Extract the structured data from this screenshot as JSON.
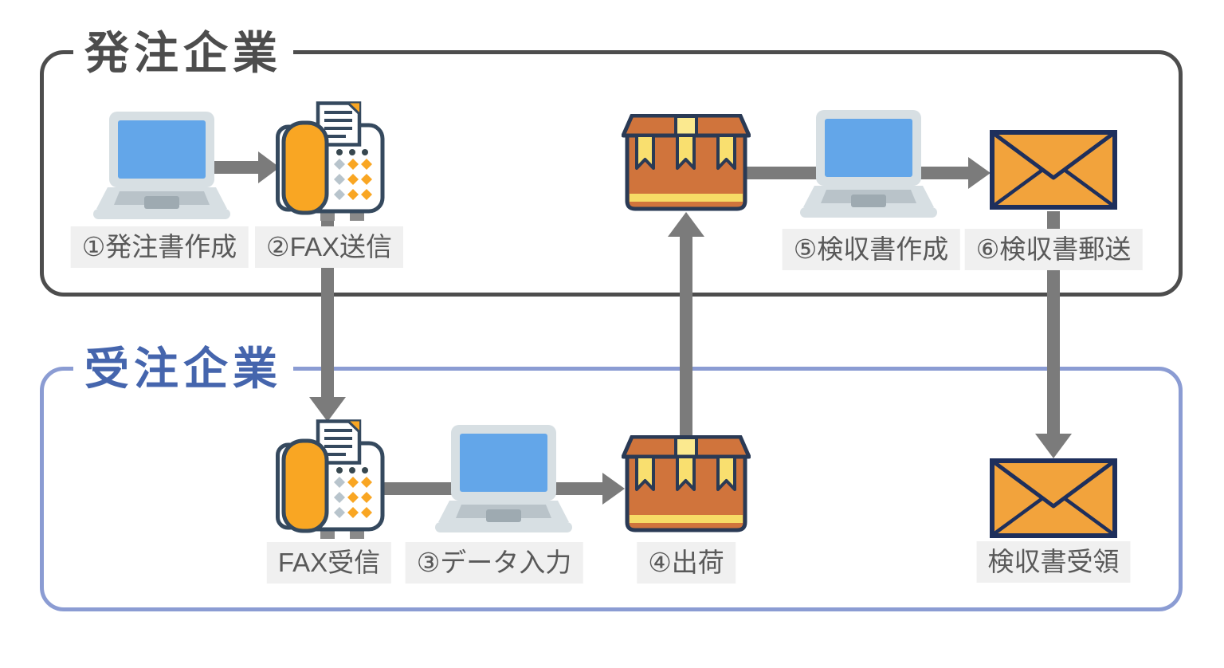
{
  "diagram": {
    "type": "process-flow",
    "groups": {
      "orderer": {
        "title": "発注企業",
        "border_color": "#4D4D4D",
        "title_color": "#4D4D4D"
      },
      "receiver": {
        "title": "受注企業",
        "border_color": "#8B9CD3",
        "title_color": "#4565AD"
      }
    },
    "labels": {
      "step1": "①発注書作成",
      "step2": "②FAX送信",
      "step3": "③データ入力",
      "step4": "④出荷",
      "step5": "⑤検収書作成",
      "step6": "⑥検収書郵送",
      "fax_receive": "FAX受信",
      "receipt_receive": "検収書受領"
    },
    "icon_map": {
      "step1": "laptop-icon",
      "step2": "fax-icon",
      "fax_receive": "fax-icon",
      "step3": "laptop-icon",
      "step4": "package-icon",
      "package_received": "package-icon",
      "step5": "laptop-icon",
      "step6": "envelope-icon",
      "receipt_receive": "envelope-icon"
    },
    "flows": [
      {
        "from": "①発注書作成",
        "to": "②FAX送信"
      },
      {
        "from": "②FAX送信",
        "to": "FAX受信"
      },
      {
        "from": "FAX受信",
        "to": "③データ入力"
      },
      {
        "from": "③データ入力",
        "to": "④出荷"
      },
      {
        "from": "④出荷",
        "to": "⑤検収書作成"
      },
      {
        "from": "⑤検収書作成",
        "to": "⑥検収書郵送"
      },
      {
        "from": "⑥検収書郵送",
        "to": "検収書受領"
      }
    ],
    "colors": {
      "arrow_gray": "#7B7B7B",
      "label_bg": "#F0F0F0",
      "label_text": "#595959",
      "outline_navy": "#35495E",
      "handset_orange": "#F9A623",
      "package_orange": "#D0743C",
      "envelope_orange": "#F2A33C",
      "ribbon_yellow": "#F9DF6F",
      "screen_blue": "#63A6E9",
      "laptop_gray": "#D7DFE3",
      "diamond_gray": "#B8C4CC"
    }
  }
}
